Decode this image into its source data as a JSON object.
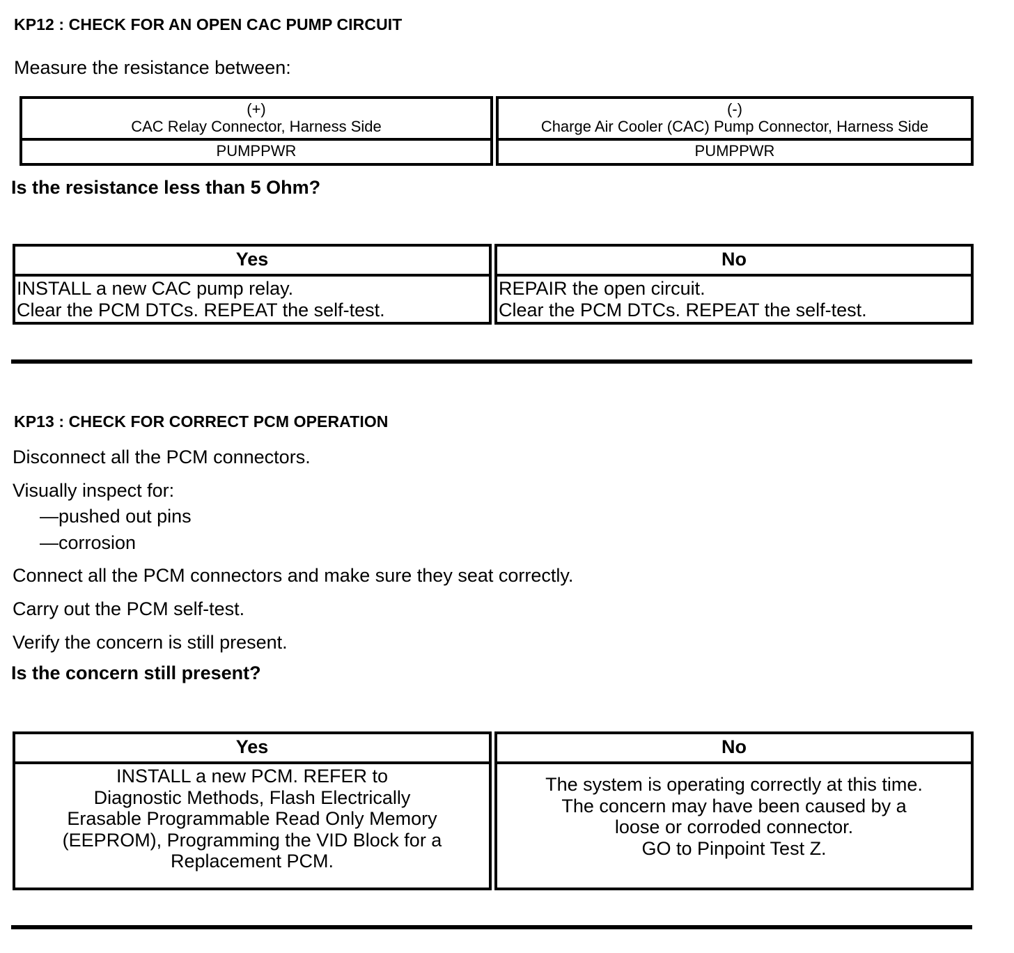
{
  "document": {
    "type": "diagnostic-pinpoint-test",
    "sections": [
      {
        "id": "KP12",
        "heading": "KP12 : CHECK FOR AN OPEN CAC PUMP CIRCUIT",
        "instructions": [
          "Measure the resistance between:"
        ],
        "measurement_table": {
          "columns": [
            {
              "polarity": "(+)",
              "connector": "CAC Relay Connector, Harness Side",
              "circuit": "PUMPPWR"
            },
            {
              "polarity": "(-)",
              "connector": "Charge Air Cooler (CAC) Pump Connector, Harness Side",
              "circuit": "PUMPPWR"
            }
          ]
        },
        "question": "Is the resistance less than 5 Ohm?",
        "result_table": {
          "yes_header": "Yes",
          "no_header": "No",
          "yes_lines": [
            "INSTALL a new CAC pump relay.",
            "Clear the PCM DTCs. REPEAT the self-test."
          ],
          "no_lines": [
            "REPAIR the open circuit.",
            "Clear the PCM DTCs. REPEAT the self-test."
          ]
        }
      },
      {
        "id": "KP13",
        "heading": "KP13 : CHECK FOR CORRECT PCM OPERATION",
        "instructions": [
          "Disconnect all the PCM connectors.",
          "Visually inspect for:"
        ],
        "bullets": [
          "—pushed out pins",
          "—corrosion"
        ],
        "instructions_after": [
          "Connect all the PCM connectors and make sure they seat correctly.",
          "Carry out the PCM self-test.",
          "Verify the concern is still present."
        ],
        "question": "Is the concern still present?",
        "result_table": {
          "yes_header": "Yes",
          "no_header": "No",
          "yes_lines": [
            "INSTALL a new PCM.  REFER to",
            "Diagnostic Methods, Flash Electrically",
            "Erasable Programmable Read Only Memory",
            "(EEPROM), Programming the VID Block for a",
            "Replacement PCM."
          ],
          "no_lines": [
            "The system is operating correctly at this time.",
            "The concern may have been caused by a",
            "loose or corroded connector.",
            "GO to Pinpoint Test Z."
          ]
        }
      }
    ]
  },
  "colors": {
    "ink": "#000000",
    "paper": "#ffffff"
  }
}
